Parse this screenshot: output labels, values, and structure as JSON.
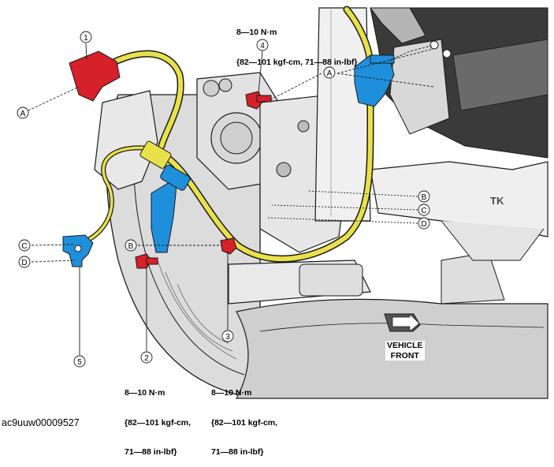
{
  "callouts": [
    {
      "id": "c1",
      "number": "1"
    },
    {
      "id": "c2",
      "number": "2"
    },
    {
      "id": "c3",
      "number": "3"
    },
    {
      "id": "c4",
      "number": "4"
    },
    {
      "id": "c5",
      "number": "5"
    }
  ],
  "letters": [
    {
      "id": "A_left",
      "letter": "A"
    },
    {
      "id": "A_top",
      "letter": "A"
    },
    {
      "id": "B_right",
      "letter": "B"
    },
    {
      "id": "C_right",
      "letter": "C"
    },
    {
      "id": "D_right",
      "letter": "D"
    },
    {
      "id": "C_left",
      "letter": "C"
    },
    {
      "id": "D_left",
      "letter": "D"
    },
    {
      "id": "B_left",
      "letter": "B"
    }
  ],
  "torque_top": {
    "line1": "8—10 N·m",
    "line2": "{82—101 kgf-cm, 71—88 in-lbf}"
  },
  "torque_2": {
    "line1": "8—10 N·m",
    "line2": "{82—101 kgf-cm,",
    "line3": "71—88 in-lbf}"
  },
  "torque_3": {
    "line1": "8—10 N·m",
    "line2": "{82—101 kgf-cm,",
    "line3": "71—88 in-lbf}"
  },
  "vehicle_front": {
    "line1": "VEHICLE",
    "line2": "FRONT"
  },
  "tk_label": "TK",
  "image_id": "ac9uuw00009527",
  "colors": {
    "sensor_red": "#d6202a",
    "clip_blue": "#1f8fdc",
    "wire_yellow": "#e9e14a",
    "outline": "#1a1a1a",
    "metal_light": "#e4e4e4",
    "metal_mid": "#b4b4b4",
    "metal_dark": "#3a3a3a"
  }
}
